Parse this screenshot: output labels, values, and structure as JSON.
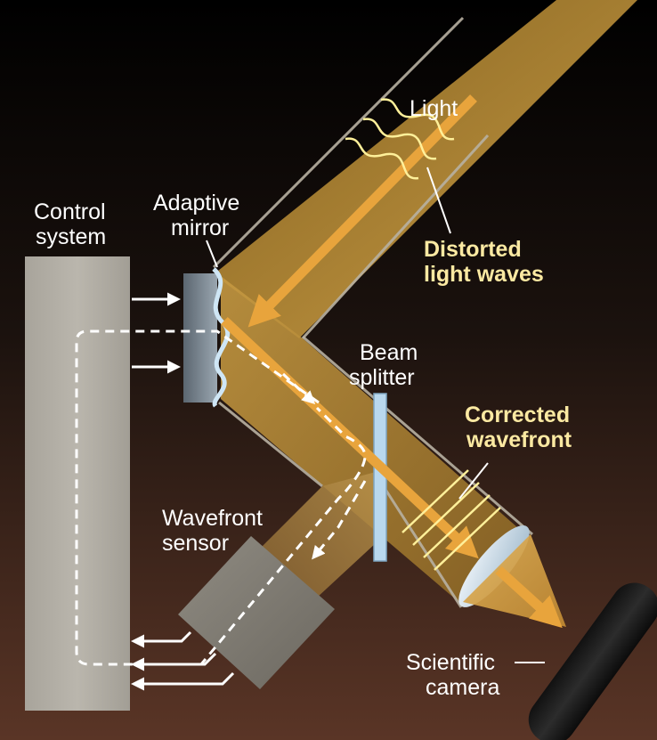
{
  "labels": {
    "light": "Light",
    "distorted_line1": "Distorted",
    "distorted_line2": "light waves",
    "control_line1": "Control",
    "control_line2": "system",
    "adaptive_line1": "Adaptive",
    "adaptive_line2": "mirror",
    "beam_line1": "Beam",
    "beam_line2": "splitter",
    "corrected_line1": "Corrected",
    "corrected_line2": "wavefront",
    "wavefront_line1": "Wavefront",
    "wavefront_line2": "sensor",
    "camera_line1": "Scientific",
    "camera_line2": "camera"
  },
  "colors": {
    "label_white": "#ffffff",
    "label_highlight": "#fbe9a2",
    "beam_gold": "#b58a34",
    "arrow_orange": "#e8a43c",
    "wave_yellow": "#fff09a",
    "background_top": "#000000",
    "background_bottom": "#5a3526"
  }
}
